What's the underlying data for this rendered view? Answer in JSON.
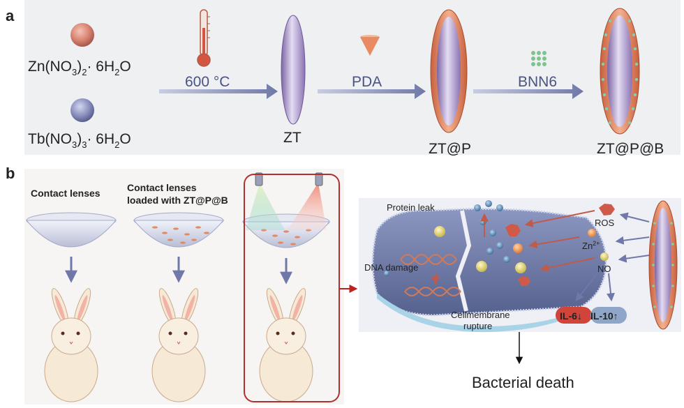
{
  "panel_a": {
    "label": "a",
    "reagent_1_main": "Zn(NO",
    "reagent_1_sub": "3",
    "reagent_1_rest": ")",
    "reagent_1_sub2": "2",
    "reagent_1_tail": "· 6H",
    "reagent_1_sub3": "2",
    "reagent_1_end": "O",
    "reagent_2_main": "Tb(NO",
    "reagent_2_sub": "3",
    "reagent_2_rest": ")",
    "reagent_2_sub2": "3",
    "reagent_2_tail": "· 6H",
    "reagent_2_sub3": "2",
    "reagent_2_end": "O",
    "step_1": "600 °C",
    "step_2": "PDA",
    "step_3": "BNN6",
    "product_1": "ZT",
    "product_2": "ZT@P",
    "product_3": "ZT@P@B"
  },
  "panel_b": {
    "label": "b",
    "lens_1": "Contact lenses",
    "lens_2_line1": "Contact lenses",
    "lens_2_line2": "loaded with ZT@P@B",
    "protein_leak": "Protein leak",
    "dna_damage": "DNA  damage",
    "membrane_line1": "Cellmembrane",
    "membrane_line2": "rupture",
    "ros": "ROS",
    "zn": "Zn",
    "zn_sup": "2+",
    "no": "NO",
    "il6": "IL-6↓",
    "il10": "IL-10↑",
    "outcome": "Bacterial death"
  },
  "colors": {
    "arrow": "#7d86b4",
    "highlight_box": "#b03030",
    "ellipsoid": "#a98fc9",
    "shell": "#e39a74",
    "cell": "#6d7ba8"
  }
}
